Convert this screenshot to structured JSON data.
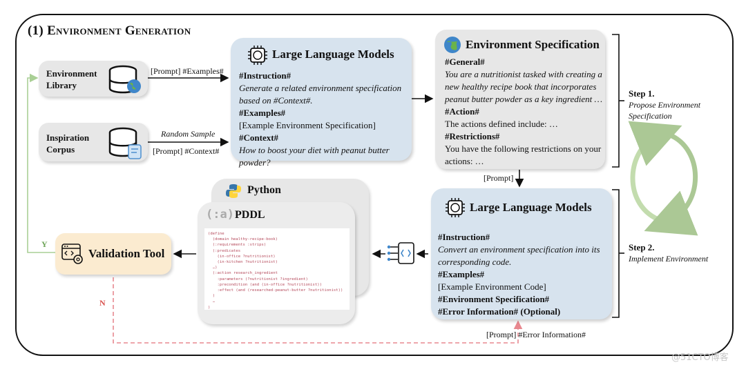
{
  "section_title": "(1) Environment Generation",
  "left": {
    "environment_library": "Environment\nLibrary",
    "inspiration_corpus": "Inspiration\nCorpus",
    "random_sample": "Random Sample",
    "prompt_examples": "[Prompt] #Examples#",
    "prompt_context": "[Prompt] #Context#"
  },
  "llm_top": {
    "title": "Large Language Models",
    "instruction_head": "#Instruction#",
    "instruction_text": "Generate a related environment specification based on #Context#.",
    "examples_head": "#Examples#",
    "examples_text": "[Example Environment Specification]",
    "context_head": "#Context#",
    "context_text": "How to boost your diet with peanut butter powder?"
  },
  "env_spec": {
    "title": "Environment Specification",
    "general_head": "#General#",
    "general_text": "You are a nutritionist tasked with creating a new healthy recipe book that incorporates peanut butter powder as a key ingredient …",
    "action_head": "#Action#",
    "action_text": "The actions defined include: …",
    "restrictions_head": "#Restrictions#",
    "restrictions_text": "You have the following restrictions on your actions: …"
  },
  "prompt_label": "[Prompt]",
  "steps": {
    "step1_title": "Step 1.",
    "step1_text": "Propose Environment Specification",
    "step2_title": "Step 2.",
    "step2_text": "Implement Environment"
  },
  "llm_bottom": {
    "title": "Large Language Models",
    "instruction_head": "#Instruction#",
    "instruction_text": "Convert an environment specification into its corresponding code.",
    "examples_head": "#Examples#",
    "examples_text": "[Example Environment Code]",
    "env_spec_head": "#Environment Specification#",
    "error_head": "#Error Information# (Optional)"
  },
  "python_label": "Python",
  "pddl_label": "PDDL",
  "pddl_logo": "(:a)",
  "pddl_code": [
    "(define",
    "  (domain healthy-recipe-book)",
    "  (:requirements :strips)",
    "  (:predicates",
    "    (in-office ?nutritionist)",
    "    (in-kitchen ?nutritionist)",
    "  …)",
    "  (:action research_ingredient",
    "    :parameters (?nutritionist ?ingredient)",
    "    :precondition (and (in-office ?nutritionist))",
    "    :effect (and (researched-peanut-butter ?nutritionist))",
    "  )",
    "  …",
    ")"
  ],
  "validation_tool": "Validation Tool",
  "yes_label": "Y",
  "no_label": "N",
  "error_feedback": "[Prompt] #Error Information#",
  "watermark": "@51CTO博客",
  "colors": {
    "llm_blue": "#d7e3ee",
    "gray": "#e7e7e7",
    "tool": "#fbebd0",
    "yes_line": "#a9cf95",
    "no_line": "#e8888f",
    "code": "#b5485a"
  }
}
